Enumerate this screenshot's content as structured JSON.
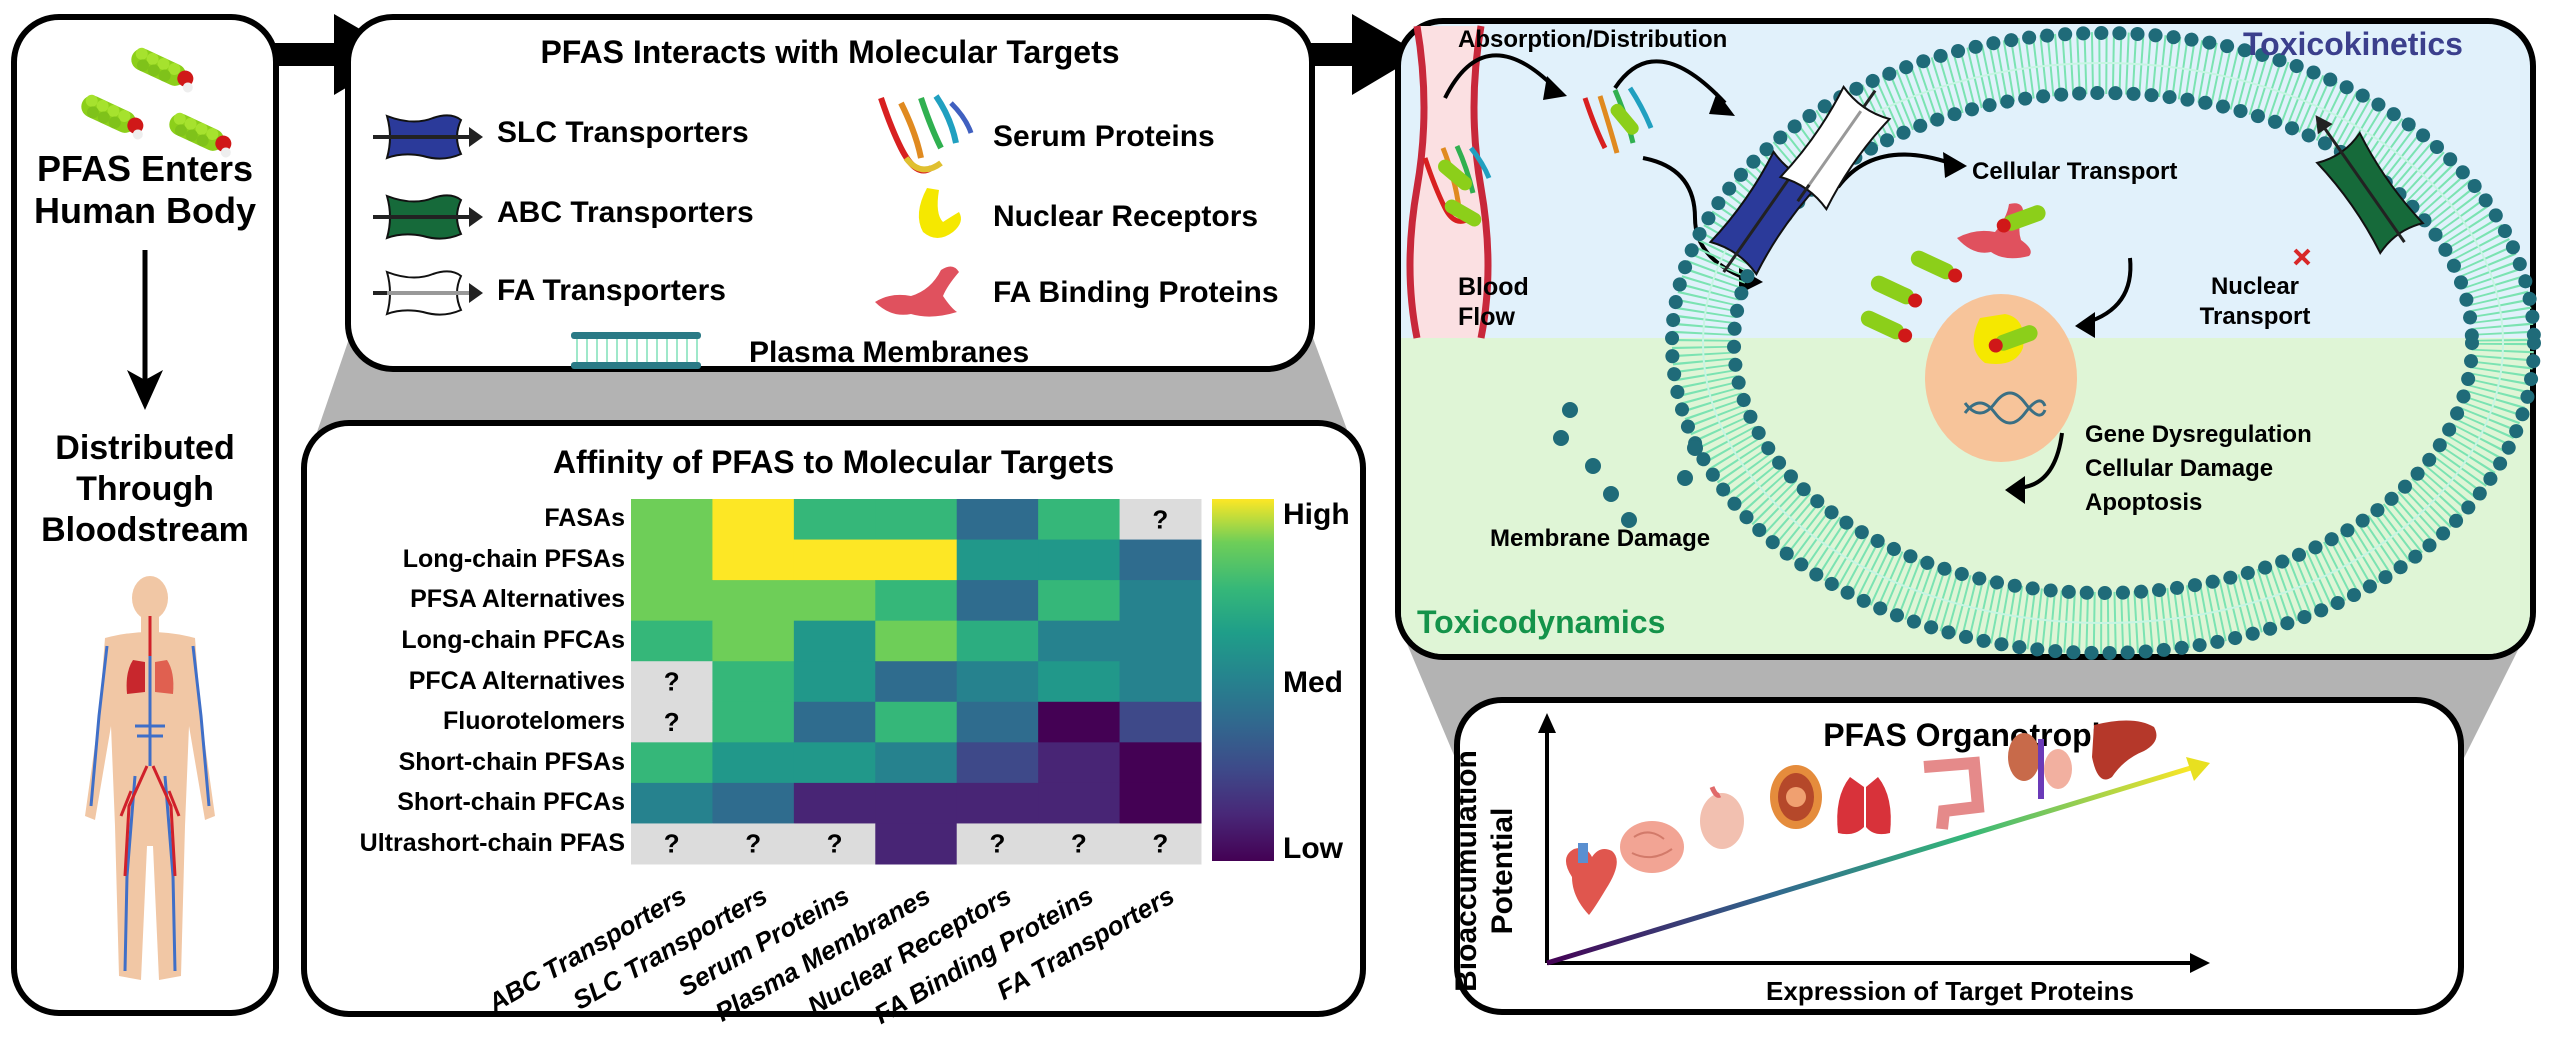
{
  "left_panel": {
    "title_line1": "PFAS Enters",
    "title_line2": "Human Body",
    "subtitle_line1": "Distributed",
    "subtitle_line2": "Through",
    "subtitle_line3": "Bloodstream",
    "icons": [
      "pfas-molecule-icon",
      "human-circulatory-system-icon"
    ]
  },
  "targets_panel": {
    "title": "PFAS Interacts with Molecular Targets",
    "items": [
      {
        "label": "SLC Transporters",
        "icon": "slc-transporter-icon",
        "color": "#2b3a9a"
      },
      {
        "label": "Serum Proteins",
        "icon": "serum-protein-icon",
        "color": "#c9a33b"
      },
      {
        "label": "ABC Transporters",
        "icon": "abc-transporter-icon",
        "color": "#166a3a"
      },
      {
        "label": "Nuclear Receptors",
        "icon": "nuclear-receptor-icon",
        "color": "#f5e800"
      },
      {
        "label": "FA Transporters",
        "icon": "fa-transporter-icon",
        "color": "#ffffff"
      },
      {
        "label": "FA Binding Proteins",
        "icon": "fa-binding-protein-icon",
        "color": "#e0515e"
      },
      {
        "label": "Plasma Membranes",
        "icon": "plasma-membrane-icon",
        "color": "#2a7a86"
      }
    ]
  },
  "heatmap_panel": {
    "title": "Affinity of PFAS to Molecular Targets"
  },
  "chart_data": {
    "type": "heatmap",
    "title": "Affinity of PFAS to Molecular Targets",
    "rows": [
      "FASAs",
      "Long-chain PFSAs",
      "PFSA Alternatives",
      "Long-chain PFCAs",
      "PFCA Alternatives",
      "Fluorotelomers",
      "Short-chain PFSAs",
      "Short-chain PFCAs",
      "Ultrashort-chain PFAS"
    ],
    "columns": [
      "ABC Transporters",
      "SLC Transporters",
      "Serum Proteins",
      "Plasma Membranes",
      "Nuclear Receptors",
      "FA Binding Proteins",
      "FA Transporters"
    ],
    "scale": {
      "min_label": "Low",
      "mid_label": "Med",
      "max_label": "High",
      "range": [
        0,
        1
      ],
      "colormap": "viridis"
    },
    "unknown_marker": "?",
    "values": [
      [
        0.88,
        1.0,
        0.75,
        0.75,
        0.4,
        0.75,
        null
      ],
      [
        0.88,
        1.0,
        1.0,
        1.0,
        0.6,
        0.6,
        0.4
      ],
      [
        0.88,
        0.88,
        0.88,
        0.75,
        0.4,
        0.75,
        0.5
      ],
      [
        0.75,
        0.88,
        0.6,
        0.88,
        0.7,
        0.5,
        0.5
      ],
      [
        null,
        0.75,
        0.6,
        0.4,
        0.5,
        0.6,
        0.5
      ],
      [
        null,
        0.75,
        0.4,
        0.75,
        0.4,
        0.0,
        0.25
      ],
      [
        0.75,
        0.6,
        0.6,
        0.5,
        0.25,
        0.12,
        0.0
      ],
      [
        0.5,
        0.4,
        0.12,
        0.12,
        0.12,
        0.12,
        0.0
      ],
      [
        null,
        null,
        null,
        0.12,
        null,
        null,
        null
      ]
    ]
  },
  "kinetics_panel": {
    "label_top": "Toxicokinetics",
    "label_bottom": "Toxicodynamics",
    "label_top_color": "#3b3f8c",
    "label_bottom_color": "#14934a",
    "annotations": {
      "absorption": "Absorption/Distribution",
      "blood_line1": "Blood",
      "blood_line2": "Flow",
      "cellular_transport": "Cellular Transport",
      "nuclear_line1": "Nuclear",
      "nuclear_line2": "Transport",
      "effect1": "Gene Dysregulation",
      "effect2": "Cellular Damage",
      "effect3": "Apoptosis",
      "membrane_damage": "Membrane Damage"
    }
  },
  "organotropism_panel": {
    "title": "PFAS Organotropism",
    "y_label_line1": "Bioaccumulation",
    "y_label_line2": "Potential",
    "x_label": "Expression of Target Proteins",
    "organs_low_to_high": [
      "heart",
      "brain",
      "testis",
      "placenta",
      "lungs",
      "intestine",
      "kidney",
      "liver"
    ]
  }
}
